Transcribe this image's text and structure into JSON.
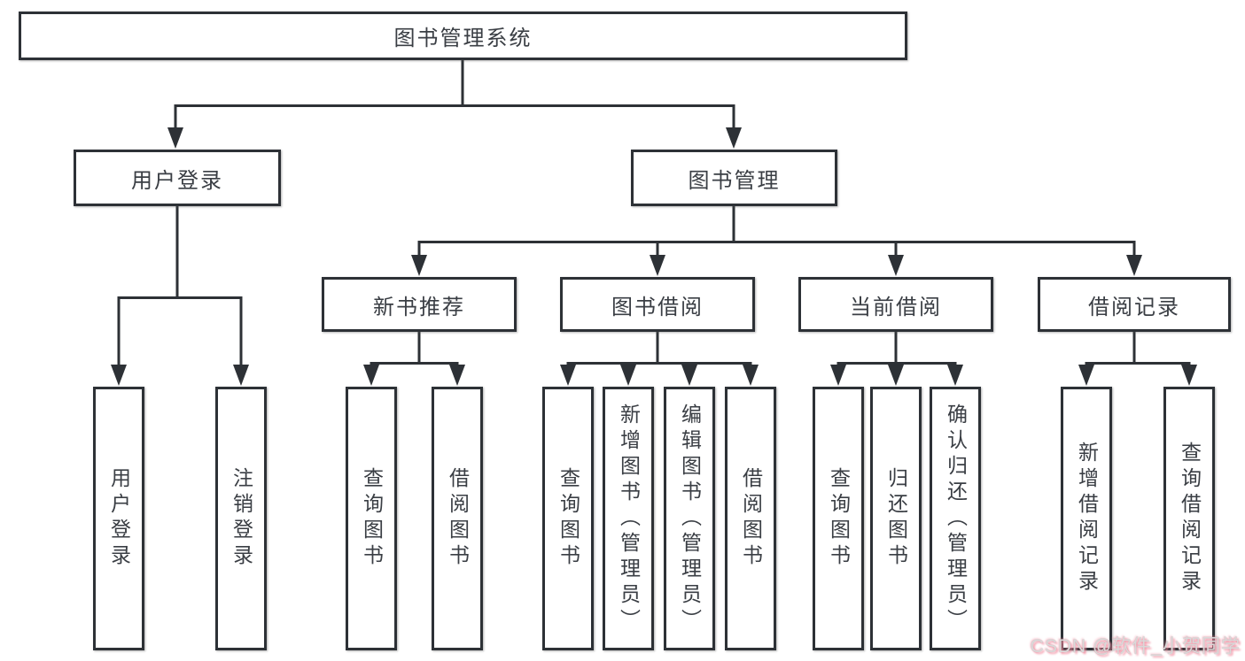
{
  "tree": {
    "root": {
      "label": "图书管理系统"
    },
    "level1": [
      {
        "label": "用户登录",
        "children": [
          "用户登录",
          "注销登录"
        ]
      },
      {
        "label": "图书管理"
      }
    ],
    "level2": [
      {
        "label": "新书推荐",
        "children": [
          "查询图书",
          "借阅图书"
        ]
      },
      {
        "label": "图书借阅",
        "children": [
          "查询图书",
          "新增图书（管理员）",
          "编辑图书（管理员）",
          "借阅图书"
        ]
      },
      {
        "label": "当前借阅",
        "children": [
          "查询图书",
          "归还图书",
          "确认归还（管理员）"
        ]
      },
      {
        "label": "借阅记录",
        "children": [
          "新增借阅记录",
          "查询借阅记录"
        ]
      }
    ]
  },
  "watermark": {
    "text": "CSDN @软件_小贺同学",
    "color": "#f2889c"
  },
  "colors": {
    "line": "#2d3136",
    "node_border": "#2d3136",
    "node_text": "#3a3e44"
  }
}
